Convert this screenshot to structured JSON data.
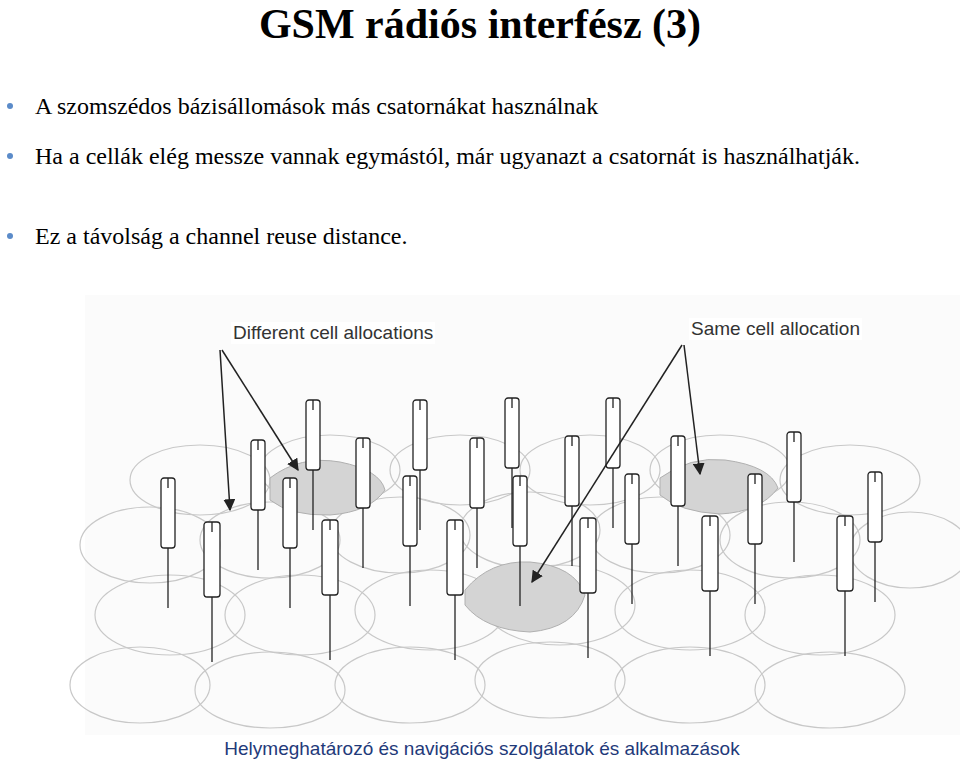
{
  "diagram": {
    "title": "GSM rádiós interfész (3)",
    "labels": [
      "A szomszédos bázisállomások más csatornákat használnak",
      "Ha a cellák elég messze vannak egymástól, már ugyanazt a csatornát is használhatják.",
      "Ez a távolság a channel reuse distance.",
      "Different cell allocations",
      "Same cell allocation",
      "Helymeghatározó és navigációs szolgálatok és alkalmazások"
    ]
  }
}
